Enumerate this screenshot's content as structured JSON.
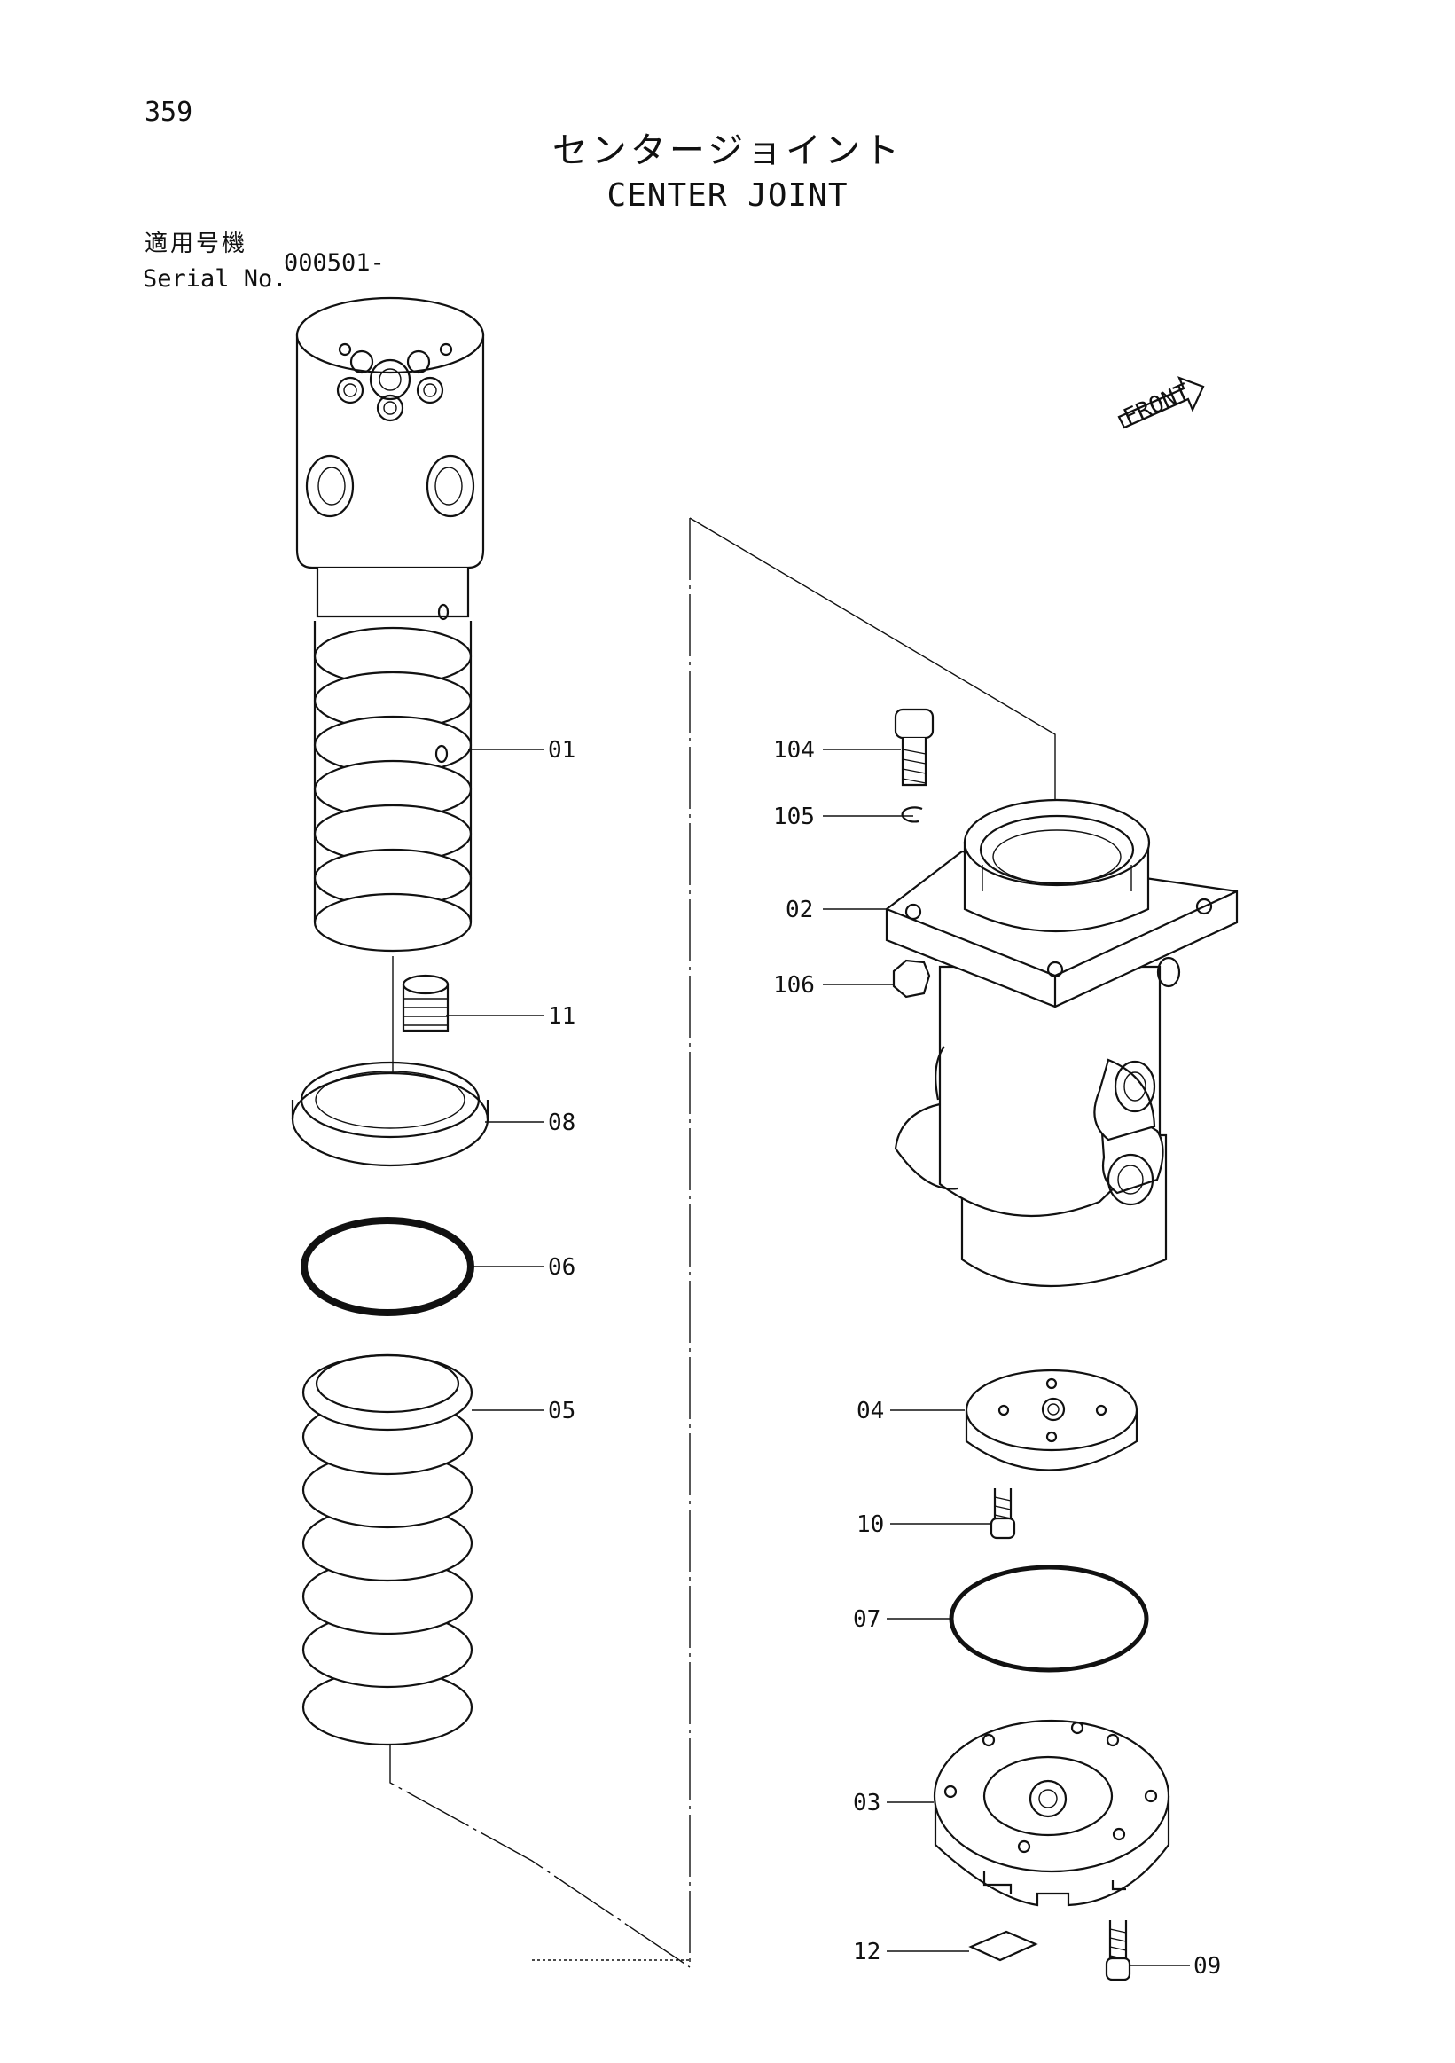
{
  "header": {
    "page_number": "359",
    "title_jp": "センタージョイント",
    "title_en": "CENTER JOINT",
    "serial_label_jp": "適用号機",
    "serial_label_en": "Serial No.",
    "serial_value": "000501-"
  },
  "front_indicator": {
    "label": "FRONT",
    "icon": "front-arrow-icon"
  },
  "parts": [
    {
      "id": "01"
    },
    {
      "id": "02"
    },
    {
      "id": "03"
    },
    {
      "id": "04"
    },
    {
      "id": "05"
    },
    {
      "id": "06"
    },
    {
      "id": "07"
    },
    {
      "id": "08"
    },
    {
      "id": "09"
    },
    {
      "id": "10"
    },
    {
      "id": "11"
    },
    {
      "id": "12"
    },
    {
      "id": "104"
    },
    {
      "id": "105"
    },
    {
      "id": "106"
    }
  ]
}
